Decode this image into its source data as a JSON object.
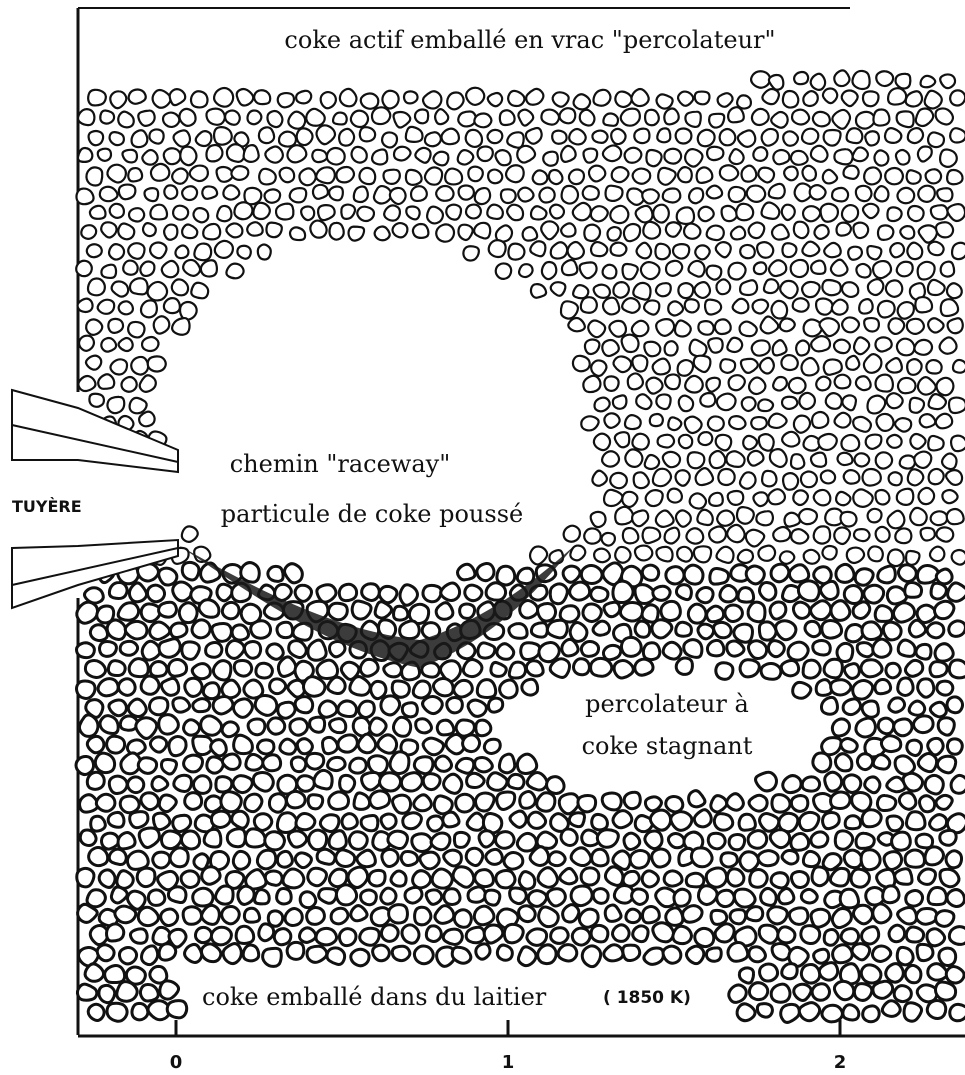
{
  "labels": {
    "top": "coke actif emballé en vrac \"percolateur\"",
    "raceway_line1": "chemin \"raceway\"",
    "raceway_line2": "particule de coke poussé",
    "tuyere": "TUYÈRE",
    "stagnant_line1": "percolateur à",
    "stagnant_line2": "coke stagnant",
    "bottom": "coke emballé dans du laitier",
    "temperature": "( 1850 K)"
  },
  "axis": {
    "ticks": [
      "0",
      "1",
      "2"
    ]
  },
  "colors": {
    "ink": "#111111",
    "background": "#ffffff"
  }
}
